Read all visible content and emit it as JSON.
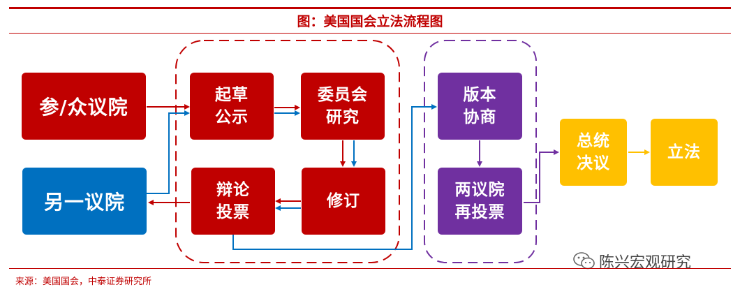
{
  "title": "图：美国国会立法流程图",
  "source": "来源：美国国会，中泰证券研究所",
  "watermark": {
    "text": "陈兴宏观研究",
    "icon": "wechat-icon"
  },
  "nodes": {
    "chamber": "参/众议院",
    "other_chamber": "另一议院",
    "draft": "起草\n公示",
    "committee": "委员会\n研究",
    "debate": "辩论\n投票",
    "revise": "修订",
    "conference": "版本\n协商",
    "both_vote": "两议院\n再投票",
    "president": "总统\n决议",
    "law": "立法"
  },
  "colors": {
    "red": "#c00000",
    "blue": "#0070c0",
    "purple": "#7030a0",
    "yellow": "#ffc000",
    "title_text": "#c00000",
    "rule": "#c00000"
  }
}
